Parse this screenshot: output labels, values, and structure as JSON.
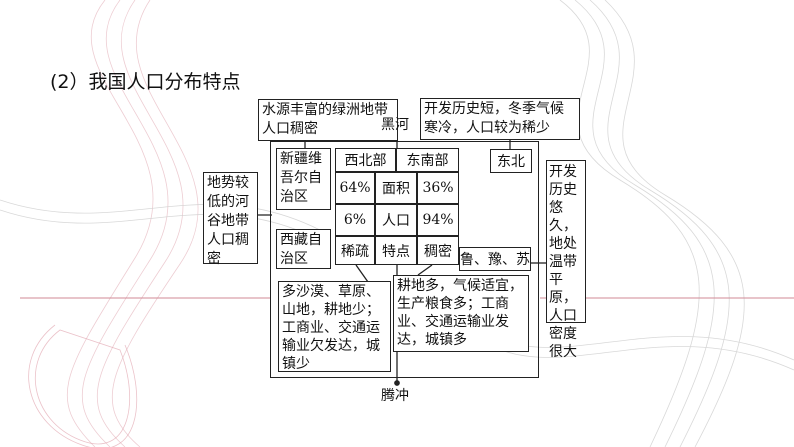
{
  "title": "(2）我国人口分布特点",
  "top_left_note": "水源丰富的绿洲地带人口稠密",
  "top_right_note": "开发历史短，冬季气候寒冷，人口较为稀少",
  "city_north": "黑河",
  "city_south": "腾冲",
  "left_note": "地势较低的河谷地带人口稠密",
  "xinjiang": "新疆维吾尔自治区",
  "tibet": "西藏自治区",
  "table": {
    "header_west": "西北部",
    "header_east": "东南部",
    "row_area": {
      "west": "64%",
      "label": "面积",
      "east": "36%"
    },
    "row_pop": {
      "west": "6%",
      "label": "人口",
      "east": "94%"
    },
    "row_feature": {
      "west": "稀疏",
      "label": "特点",
      "east": "稠密"
    }
  },
  "northeast": "东北",
  "lu_yu_su": "鲁、豫、苏",
  "right_note": "开发历史悠久，地处温带平原，人口密度很大",
  "west_traits": "多沙漠、草原、山地，耕地少；工商业、交通运输业欠发达，城镇少",
  "east_traits": "耕地多，气候适宜，生产粮食多；工商业、交通运输业发达，城镇多"
}
